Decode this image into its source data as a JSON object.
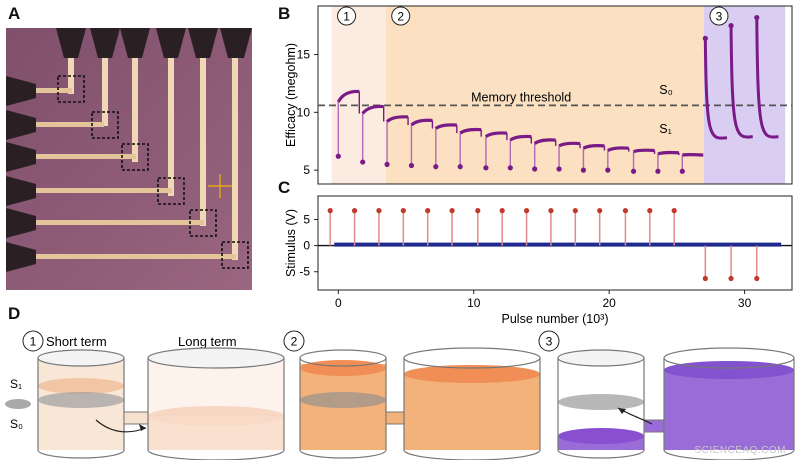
{
  "panels": {
    "a": "A",
    "b": "B",
    "c": "C",
    "d": "D"
  },
  "colors": {
    "efficacy": "#7a1a86",
    "stimulus": "#c0392b",
    "stimulus_line": "#e08a8a",
    "baseline": "#1f2a8f",
    "threshold": "#555555",
    "region1": "#fcebe1",
    "region2": "#fbe0c2",
    "region3": "#d9cdf2",
    "photo_bg": "#8b5a76",
    "electrode": "#f1d8b4",
    "tank_light": "#f7e2cf",
    "tank_orange": "#f2b27a",
    "tank_purple": "#9a6cd8"
  },
  "chart_data": [
    {
      "type": "line",
      "panel": "B",
      "title": "",
      "xlabel": "",
      "ylabel": "Efficacy (megohm)",
      "xlim": [
        -1.5,
        33.5
      ],
      "ylim": [
        3.8,
        19.2
      ],
      "yticks": [
        5,
        10,
        15
      ],
      "threshold": {
        "value": 10.6,
        "label": "Memory threshold"
      },
      "state_labels": [
        {
          "text": "S₀",
          "x": 23.7,
          "y": 11.6
        },
        {
          "text": "S₁",
          "x": 23.7,
          "y": 8.2
        }
      ],
      "regions": [
        {
          "label": "1",
          "x0": -0.5,
          "x1": 3.5,
          "color": "#fcebe1"
        },
        {
          "label": "2",
          "x0": 3.5,
          "x1": 27.0,
          "color": "#fbe0c2"
        },
        {
          "label": "3",
          "x0": 27.0,
          "x1": 33.0,
          "color": "#d9cdf2"
        }
      ],
      "pulses": [
        {
          "x": 0.0,
          "low": 6.2,
          "start": 10.9,
          "end": 11.8
        },
        {
          "x": 1.8,
          "low": 5.7,
          "start": 9.9,
          "end": 10.5
        },
        {
          "x": 3.6,
          "low": 5.5,
          "start": 9.2,
          "end": 9.6
        },
        {
          "x": 5.4,
          "low": 5.4,
          "start": 8.9,
          "end": 9.3
        },
        {
          "x": 7.2,
          "low": 5.3,
          "start": 8.6,
          "end": 8.9
        },
        {
          "x": 9.0,
          "low": 5.3,
          "start": 8.2,
          "end": 8.5
        },
        {
          "x": 10.9,
          "low": 5.2,
          "start": 7.9,
          "end": 8.2
        },
        {
          "x": 12.7,
          "low": 5.2,
          "start": 7.6,
          "end": 7.9
        },
        {
          "x": 14.5,
          "low": 5.1,
          "start": 7.3,
          "end": 7.6
        },
        {
          "x": 16.3,
          "low": 5.1,
          "start": 7.1,
          "end": 7.3
        },
        {
          "x": 18.1,
          "low": 5.0,
          "start": 6.9,
          "end": 7.1
        },
        {
          "x": 19.9,
          "low": 5.0,
          "start": 6.7,
          "end": 6.9
        },
        {
          "x": 21.8,
          "low": 4.9,
          "start": 6.6,
          "end": 6.7
        },
        {
          "x": 23.6,
          "low": 4.9,
          "start": 6.4,
          "end": 6.5
        },
        {
          "x": 25.4,
          "low": 4.9,
          "start": 6.3,
          "end": 6.3
        }
      ],
      "spikes": [
        {
          "x": 27.1,
          "peak": 16.4,
          "end": 7.8
        },
        {
          "x": 29.0,
          "peak": 17.5,
          "end": 7.9
        },
        {
          "x": 30.9,
          "peak": 18.2,
          "end": 7.9
        }
      ]
    },
    {
      "type": "scatter",
      "panel": "C",
      "title": "",
      "xlabel": "Pulse number (10³)",
      "ylabel": "Stimulus (V)",
      "xlim": [
        -1.5,
        33.5
      ],
      "ylim": [
        -8.5,
        9.5
      ],
      "yticks": [
        -5,
        0,
        5
      ],
      "xticks": [
        0,
        10,
        20,
        30
      ],
      "positive_pulses": {
        "x": [
          -0.6,
          1.2,
          3.0,
          4.8,
          6.6,
          8.4,
          10.3,
          12.1,
          13.9,
          15.7,
          17.5,
          19.3,
          21.2,
          23.0,
          24.8
        ],
        "value": 6.7
      },
      "negative_pulses": {
        "x": [
          27.1,
          29.0,
          30.9
        ],
        "value": -6.3
      },
      "baseline": {
        "x0": -0.3,
        "x1": 32.7,
        "value": 0
      }
    }
  ],
  "diagram": {
    "scene1": {
      "circle": "1",
      "short_label": "Short term",
      "long_label": "Long term",
      "s1": "S₁",
      "s0": "S₀"
    },
    "scene2": {
      "circle": "2"
    },
    "scene3": {
      "circle": "3"
    }
  },
  "watermark": "SCIENCEAQ.COM"
}
